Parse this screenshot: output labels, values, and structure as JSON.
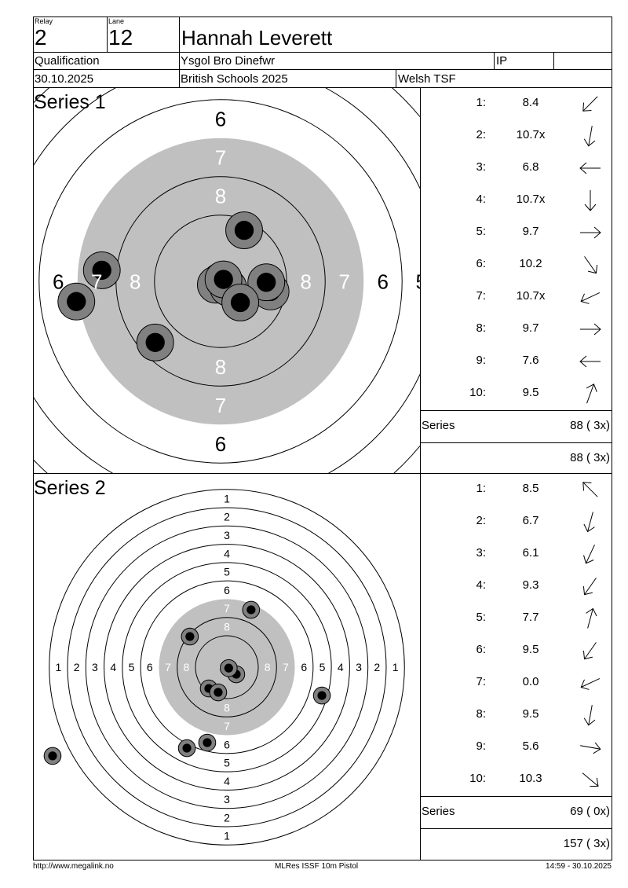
{
  "header": {
    "relay_label": "Relay",
    "relay": "2",
    "lane_label": "Lane",
    "lane": "12",
    "name": "Hannah Leverett",
    "event": "Qualification",
    "club": "Ysgol Bro Dinefwr",
    "class": "IP",
    "date": "30.10.2025",
    "competition": "British Schools 2025",
    "association": "Welsh TSF"
  },
  "series": [
    {
      "title": "Series 1",
      "shots": [
        {
          "n": "1:",
          "v": "8.4",
          "dir": 225,
          "x": 4.9,
          "y": -10.6
        },
        {
          "n": "2:",
          "v": "10.7x",
          "dir": 190,
          "x": 0,
          "y": 0
        },
        {
          "n": "3:",
          "v": "6.8",
          "dir": 270,
          "x": -24.7,
          "y": -2.3
        },
        {
          "n": "4:",
          "v": "10.7x",
          "dir": 180,
          "x": -1,
          "y": 0.7
        },
        {
          "n": "5:",
          "v": "9.7",
          "dir": 90,
          "x": 10.4,
          "y": 2.1
        },
        {
          "n": "6:",
          "v": "10.2",
          "dir": 145,
          "x": 1.6,
          "y": 1.3
        },
        {
          "n": "7:",
          "v": "10.7x",
          "dir": 245,
          "x": 0.6,
          "y": -0.4
        },
        {
          "n": "8:",
          "v": "9.7",
          "dir": 90,
          "x": 9.5,
          "y": 0.2
        },
        {
          "n": "9:",
          "v": "7.6",
          "dir": 270,
          "x": -13.6,
          "y": 12.7
        },
        {
          "n": "10:",
          "v": "9.5",
          "dir": 20,
          "x": 4.1,
          "y": 4.4
        }
      ],
      "extra_shots": [
        {
          "x": -30.0,
          "y": 4.2
        }
      ],
      "series_label": "Series",
      "series_total": "88 ( 3x)",
      "running_total": "88 ( 3x)"
    },
    {
      "title": "Series 2",
      "shots": [
        {
          "n": "1:",
          "v": "8.5",
          "dir": 315,
          "x": -16.2,
          "y": -13.4
        },
        {
          "n": "2:",
          "v": "6.7",
          "dir": 195,
          "x": -8.6,
          "y": 33
        },
        {
          "n": "3:",
          "v": "6.1",
          "dir": 205,
          "x": -17.5,
          "y": 35.4
        },
        {
          "n": "4:",
          "v": "9.3",
          "dir": 215,
          "x": -7.9,
          "y": 9.3
        },
        {
          "n": "5:",
          "v": "7.7",
          "dir": 15,
          "x": 10.6,
          "y": -25.1
        },
        {
          "n": "6:",
          "v": "9.5",
          "dir": 215,
          "x": -3.8,
          "y": 11
        },
        {
          "n": "7:",
          "v": "0.0",
          "dir": 245,
          "x": -76.3,
          "y": 38.8
        },
        {
          "n": "8:",
          "v": "9.5",
          "dir": 190,
          "x": 4.1,
          "y": 3.1
        },
        {
          "n": "9:",
          "v": "5.6",
          "dir": 100,
          "x": 41.6,
          "y": 12.4
        },
        {
          "n": "10:",
          "v": "10.3",
          "dir": 130,
          "x": 0.8,
          "y": 0.4
        }
      ],
      "extra_shots": [],
      "series_label": "Series",
      "series_total": "69 ( 0x)",
      "running_total": "157 ( 3x)"
    }
  ],
  "footer": {
    "url": "http://www.megalink.no",
    "program": "MLRes ISSF 10m Pistol",
    "timestamp": "14:59 - 30.10.2025"
  },
  "colors": {
    "black_area": "#c0c0c0",
    "pellet": "#808080",
    "pellet_core": "#000000"
  }
}
